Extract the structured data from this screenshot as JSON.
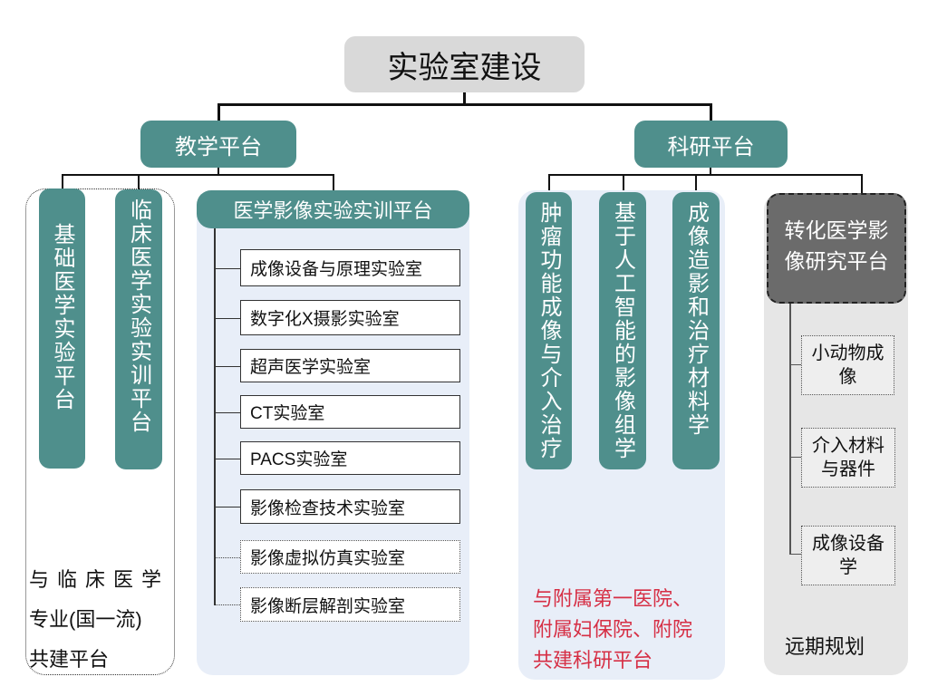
{
  "root": "实验室建设",
  "teaching": {
    "title": "教学平台",
    "basic": "基础医学实验平台",
    "clinical": "临床医学实验实训平台",
    "imaging": {
      "title": "医学影像实验实训平台",
      "labs": [
        "成像设备与原理实验室",
        "数字化X摄影实验室",
        "超声医学实验室",
        "CT实验室",
        "PACS实验室",
        "影像检查技术实验室",
        "影像虚拟仿真实验室",
        "影像断层解剖实验室"
      ]
    },
    "note": [
      "与临床医学",
      "专业(国一流)",
      "共建平台"
    ]
  },
  "research": {
    "title": "科研平台",
    "pillars": [
      "肿瘤功能成像与介入治疗",
      "基于人工智能的影像组学",
      "成像造影和治疗材料学"
    ],
    "note": [
      "与附属第一医院、",
      "附属妇保院、附院",
      "共建科研平台"
    ],
    "translational": {
      "title": "转化医学影像研究平台",
      "items": [
        "小动物成像",
        "介入材料与器件",
        "成像设备学"
      ],
      "note": "远期规划"
    }
  },
  "colors": {
    "teal": "#4f8f8c",
    "panel_blue": "#e8eef8",
    "panel_gray": "#e6e6e6",
    "red": "#d62f45",
    "dark": "#6b6b6b"
  }
}
